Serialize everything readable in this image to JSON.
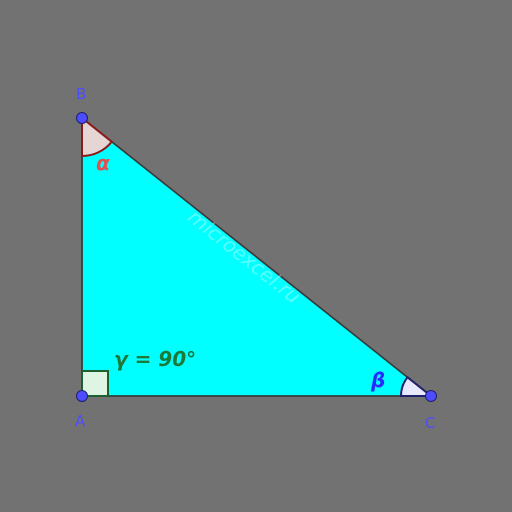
{
  "points": {
    "a": "A",
    "b": "B",
    "c": "C"
  },
  "angles": {
    "alpha": "α",
    "beta": "β",
    "gamma": "γ = 90°"
  },
  "watermark": "microexcel.ru",
  "colors": {
    "background": "#727272",
    "triangle_fill": "#00ffff",
    "edge": "#3a3a3a",
    "vertex": "#4d4dff",
    "alpha": "#e05050",
    "beta": "#2a2aff",
    "gamma": "#1b7a3a"
  }
}
